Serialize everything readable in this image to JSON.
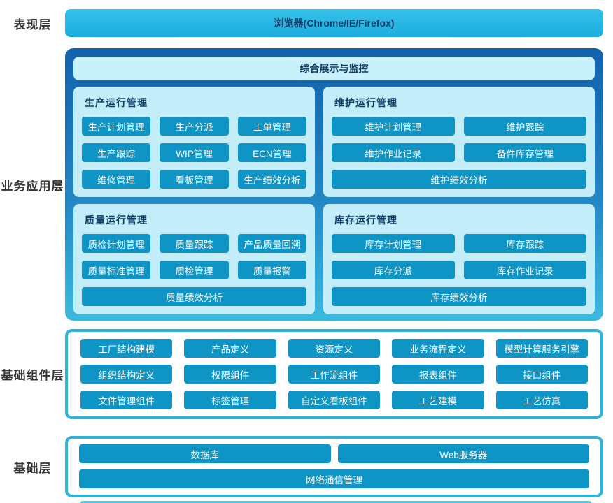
{
  "layers": {
    "presentation": {
      "label": "表现层",
      "browser_bar": "浏览器(Chrome/IE/Firefox)"
    },
    "business": {
      "label": "业务应用层",
      "header": "综合展示与监控",
      "groups": [
        {
          "title": "生产运行管理",
          "buttons": [
            "生产计划管理",
            "生产分派",
            "工单管理",
            "生产跟踪",
            "WIP管理",
            "ECN管理",
            "维修管理",
            "看板管理",
            "生产绩效分析"
          ]
        },
        {
          "title": "维护运行管理",
          "buttons": [
            "维护计划管理",
            "维护跟踪",
            "维护作业记录",
            "备件库存管理",
            "维护绩效分析"
          ]
        },
        {
          "title": "质量运行管理",
          "buttons": [
            "质检计划管理",
            "质量跟踪",
            "产品质量回溯",
            "质量标准管理",
            "质检管理",
            "质量报警",
            "质量绩效分析"
          ]
        },
        {
          "title": "库存运行管理",
          "buttons": [
            "库存计划管理",
            "库存跟踪",
            "库存分派",
            "库存作业记录",
            "库存绩效分析"
          ]
        }
      ]
    },
    "components": {
      "label": "基础组件层",
      "buttons": [
        "工厂结构建模",
        "产品定义",
        "资源定义",
        "业务流程定义",
        "模型计算服务引擎",
        "组织结构定义",
        "权限组件",
        "工作流组件",
        "报表组件",
        "接口组件",
        "文件管理组件",
        "标签管理",
        "自定义看板组件",
        "工艺建模",
        "工艺仿真"
      ]
    },
    "foundation": {
      "label": "基础层",
      "row1": [
        "数据库",
        "Web服务器"
      ],
      "row2": [
        "网络通信管理"
      ]
    }
  },
  "colors": {
    "bar_cyan": "#26b6e4",
    "button_blue": "#0e95c6",
    "panel_light": "#c3eef9",
    "navy_text": "#0e3c66",
    "border_cyan": "#2fb3d8",
    "gradient_top": "#1261ad",
    "gradient_bottom": "#3cb9df"
  }
}
